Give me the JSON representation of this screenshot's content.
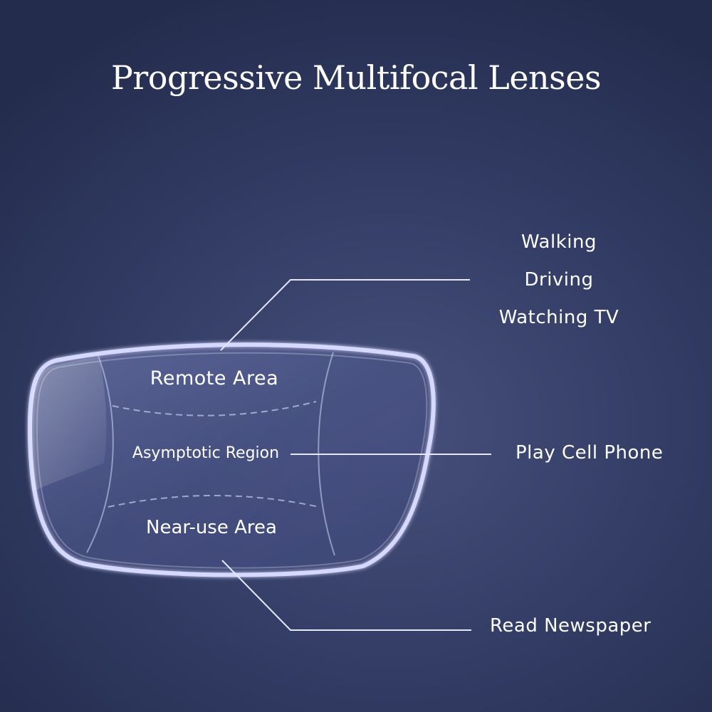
{
  "title": "Progressive Multifocal Lenses",
  "lens_zones": {
    "remote": "Remote Area",
    "asymptotic": "Asymptotic Region",
    "near": "Near-use Area"
  },
  "uses": {
    "distance": [
      "Walking",
      "Driving",
      "Watching TV"
    ],
    "intermediate": "Play Cell Phone",
    "near": "Read Newspaper"
  },
  "colors": {
    "background": "#353f68",
    "text": "#ffffff",
    "lens_edge": "#d6d8ff"
  }
}
